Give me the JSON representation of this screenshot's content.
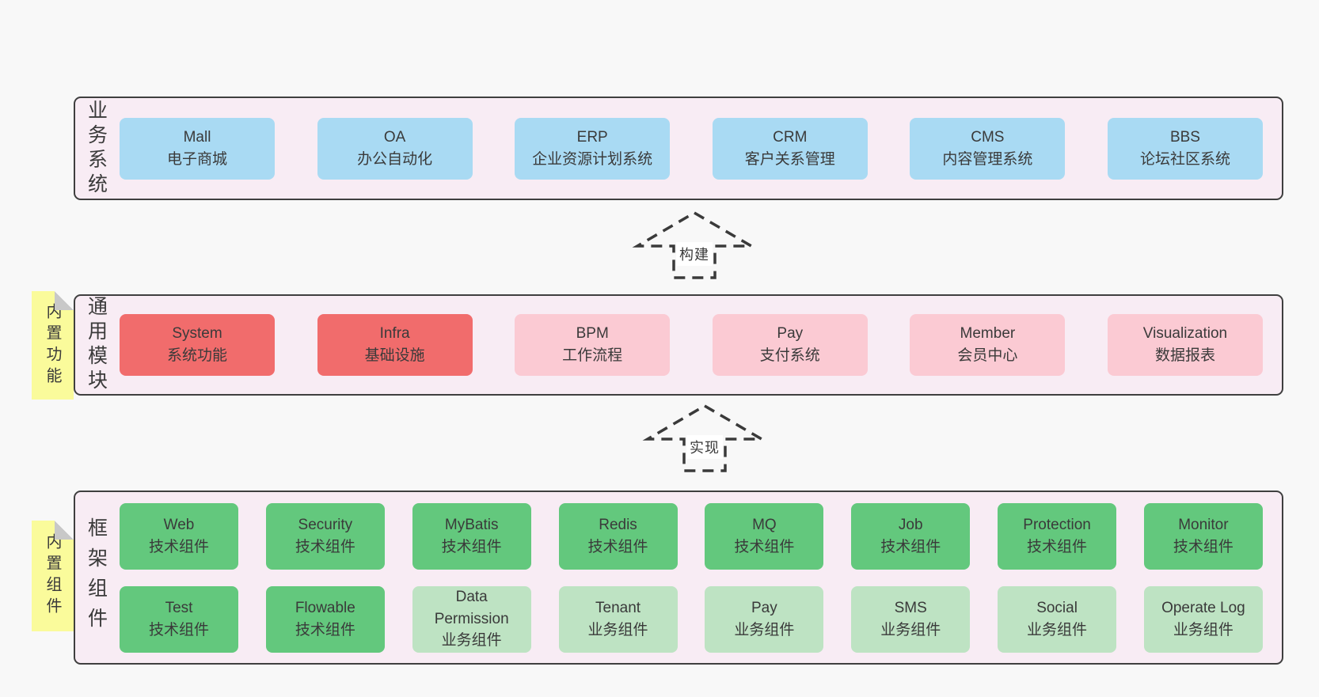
{
  "colors": {
    "page-bg": "#f8f8f8",
    "section-bg": "#f8ecf4",
    "border": "#3f3f3f",
    "text": "#3a3a3a",
    "blue": "#a9daf3",
    "red": "#f16c6c",
    "pink": "#fbcad3",
    "green": "#63c87d",
    "green-light": "#bee3c3",
    "sticky": "#fafb9b",
    "fold": "#c8c8c8"
  },
  "sections": [
    {
      "id": "business-systems",
      "label": "业务系统",
      "boxes": [
        {
          "title": "Mall",
          "subtitle": "电子商城",
          "type": "blue"
        },
        {
          "title": "OA",
          "subtitle": "办公自动化",
          "type": "blue"
        },
        {
          "title": "ERP",
          "subtitle": "企业资源计划系统",
          "type": "blue"
        },
        {
          "title": "CRM",
          "subtitle": "客户关系管理",
          "type": "blue"
        },
        {
          "title": "CMS",
          "subtitle": "内容管理系统",
          "type": "blue"
        },
        {
          "title": "BBS",
          "subtitle": "论坛社区系统",
          "type": "blue"
        }
      ]
    },
    {
      "id": "common-modules",
      "label": "通用模块",
      "sticky": "内置功能",
      "boxes": [
        {
          "title": "System",
          "subtitle": "系统功能",
          "type": "red"
        },
        {
          "title": "Infra",
          "subtitle": "基础设施",
          "type": "red"
        },
        {
          "title": "BPM",
          "subtitle": "工作流程",
          "type": "pink"
        },
        {
          "title": "Pay",
          "subtitle": "支付系统",
          "type": "pink"
        },
        {
          "title": "Member",
          "subtitle": "会员中心",
          "type": "pink"
        },
        {
          "title": "Visualization",
          "subtitle": "数据报表",
          "type": "pink"
        }
      ]
    },
    {
      "id": "framework-components",
      "label": "框架组件",
      "sticky": "内置组件",
      "rows": [
        [
          {
            "title": "Web",
            "subtitle": "技术组件",
            "type": "green"
          },
          {
            "title": "Security",
            "subtitle": "技术组件",
            "type": "green"
          },
          {
            "title": "MyBatis",
            "subtitle": "技术组件",
            "type": "green"
          },
          {
            "title": "Redis",
            "subtitle": "技术组件",
            "type": "green"
          },
          {
            "title": "MQ",
            "subtitle": "技术组件",
            "type": "green"
          },
          {
            "title": "Job",
            "subtitle": "技术组件",
            "type": "green"
          },
          {
            "title": "Protection",
            "subtitle": "技术组件",
            "type": "green"
          },
          {
            "title": "Monitor",
            "subtitle": "技术组件",
            "type": "green"
          }
        ],
        [
          {
            "title": "Test",
            "subtitle": "技术组件",
            "type": "green"
          },
          {
            "title": "Flowable",
            "subtitle": "技术组件",
            "type": "green"
          },
          {
            "title": "Data Permission",
            "subtitle": "业务组件",
            "type": "green-light"
          },
          {
            "title": "Tenant",
            "subtitle": "业务组件",
            "type": "green-light"
          },
          {
            "title": "Pay",
            "subtitle": "业务组件",
            "type": "green-light"
          },
          {
            "title": "SMS",
            "subtitle": "业务组件",
            "type": "green-light"
          },
          {
            "title": "Social",
            "subtitle": "业务组件",
            "type": "green-light"
          },
          {
            "title": "Operate Log",
            "subtitle": "业务组件",
            "type": "green-light"
          }
        ]
      ]
    }
  ],
  "arrows": [
    {
      "label": "构建"
    },
    {
      "label": "实现"
    }
  ]
}
